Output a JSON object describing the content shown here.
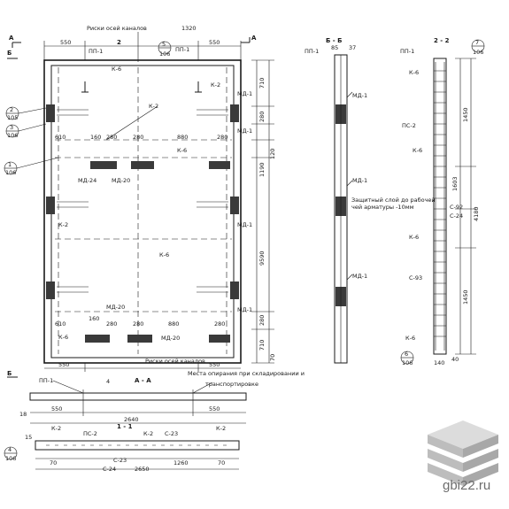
{
  "plan": {
    "section_mark_a_left": "А",
    "section_mark_a_right": "А",
    "section_mark_b": "Б",
    "axis_label": "Риски осей каналов",
    "top_dims": [
      "550",
      "1320",
      "550"
    ],
    "axis_2": "2",
    "axis_2b": "2",
    "pp1": "ПП-1",
    "pp1b": "ПП-1",
    "callout_5": "5",
    "callout_5_sub": "106",
    "k6": "К-6",
    "k2": "К-2",
    "k2_mid": "К-2",
    "k2_lower": "К-2",
    "k6_mid": "К-6",
    "k6_lower": "К-6",
    "k6_bottom": "К-6",
    "md1_a": "МД-1",
    "md1_b": "МД-1",
    "md1_c": "МД-1",
    "md1_d": "МД-1",
    "md24": "МД-24",
    "md20a": "МД-20",
    "md20b": "МД-20",
    "md20c": "МД-20",
    "row_dims_upper": [
      "610",
      "160",
      "280",
      "280",
      "880",
      "280"
    ],
    "row_dims_lower": [
      "610",
      "160",
      "280",
      "280",
      "880",
      "280"
    ],
    "right_dims": [
      "710",
      "280",
      "1190",
      "120",
      "9590",
      "280",
      "710",
      "70"
    ],
    "callout_2": "2",
    "callout_2_sub": "105",
    "callout_3": "3",
    "callout_3_sub": "106",
    "callout_1": "1",
    "callout_1_sub": "106",
    "bottom_dims": [
      "550",
      "550"
    ],
    "bottom_axis_label": "Риски осей каналов",
    "bottom_b": "Б"
  },
  "section_bb": {
    "title": "Б - Б",
    "pp1": "ПП-1",
    "dim_a": "85",
    "dim_b": "37",
    "md1_top": "МД-1",
    "md1_mid": "МД-1",
    "md1_bot": "МД-1",
    "note_line1": "Защитный слой до рабочей",
    "note_line2": "чей арматуры -10мм"
  },
  "section_22": {
    "title": "2 - 2",
    "pp1": "ПП-1",
    "callout_7": "7",
    "callout_7_sub": "106",
    "k6_top": "К-6",
    "pc2": "ПС-2",
    "k6_mid": "К-6",
    "c92": "С-92",
    "c24": "С-24",
    "k6_low": "К-6",
    "c93": "С-93",
    "k6_bottom": "К-6",
    "dims": [
      "1450",
      "1603",
      "4180",
      "1450"
    ],
    "callout_6": "6",
    "callout_6_sub": "106",
    "bottom_dims": [
      "140",
      "40"
    ]
  },
  "section_aa": {
    "pp1": "ПП-1",
    "title": "А - А",
    "callout_4": "4",
    "note_line1": "Места опирания при складировании и",
    "note_line2": "транспортировке",
    "dims": [
      "550",
      "550",
      "2640"
    ],
    "left_dim": "18"
  },
  "section_11": {
    "title": "1 - 1",
    "k2_left": "К-2",
    "pc2": "ПС-2",
    "k2_mid": "К-2",
    "c23": "С-23",
    "k2_right": "К-2",
    "callout_4": "4",
    "callout_4_sub": "106",
    "dim_15": "15",
    "dims_bottom": [
      "70",
      "С-23",
      "1260",
      "70"
    ],
    "dims_total": [
      "С-24",
      "2650"
    ]
  },
  "watermark": {
    "text": "gbi22.ru"
  }
}
